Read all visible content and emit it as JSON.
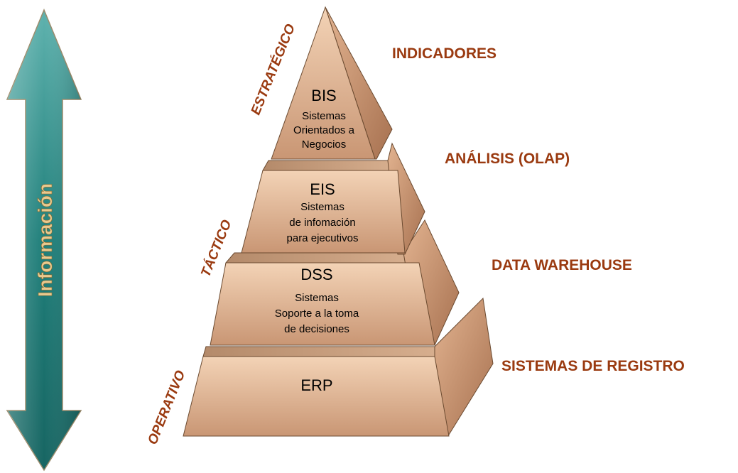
{
  "arrow": {
    "label": "Información",
    "colors": {
      "top": "#5fb2ae",
      "mid": "#1f7f7a",
      "bottom": "#176562"
    }
  },
  "levels": {
    "strategic": "ESTRATÉGICO",
    "tactical": "TÁCTICO",
    "operational": "OPERATIVO"
  },
  "tiers": {
    "bis": {
      "title": "BIS",
      "desc": [
        "Sistemas",
        "Orientados a",
        "Negocios"
      ]
    },
    "eis": {
      "title": "EIS",
      "desc": [
        "Sistemas",
        "de infomación",
        "para ejecutivos"
      ]
    },
    "dss": {
      "title": "DSS",
      "desc": [
        "Sistemas",
        "Soporte a la toma",
        "de decisiones"
      ]
    },
    "erp": {
      "title": "ERP",
      "desc": []
    }
  },
  "side_labels": {
    "indicadores": "INDICADORES",
    "analisis": "ANÁLISIS (OLAP)",
    "data_warehouse": "DATA WAREHOUSE",
    "sistemas_registro": "SISTEMAS DE REGISTRO"
  },
  "colors": {
    "front_light": "#f3d3b6",
    "front_dark": "#c99674",
    "side_light": "#e2b390",
    "side_dark": "#a77150",
    "top_face": "#c9a080",
    "label_text": "#9a3a10"
  }
}
